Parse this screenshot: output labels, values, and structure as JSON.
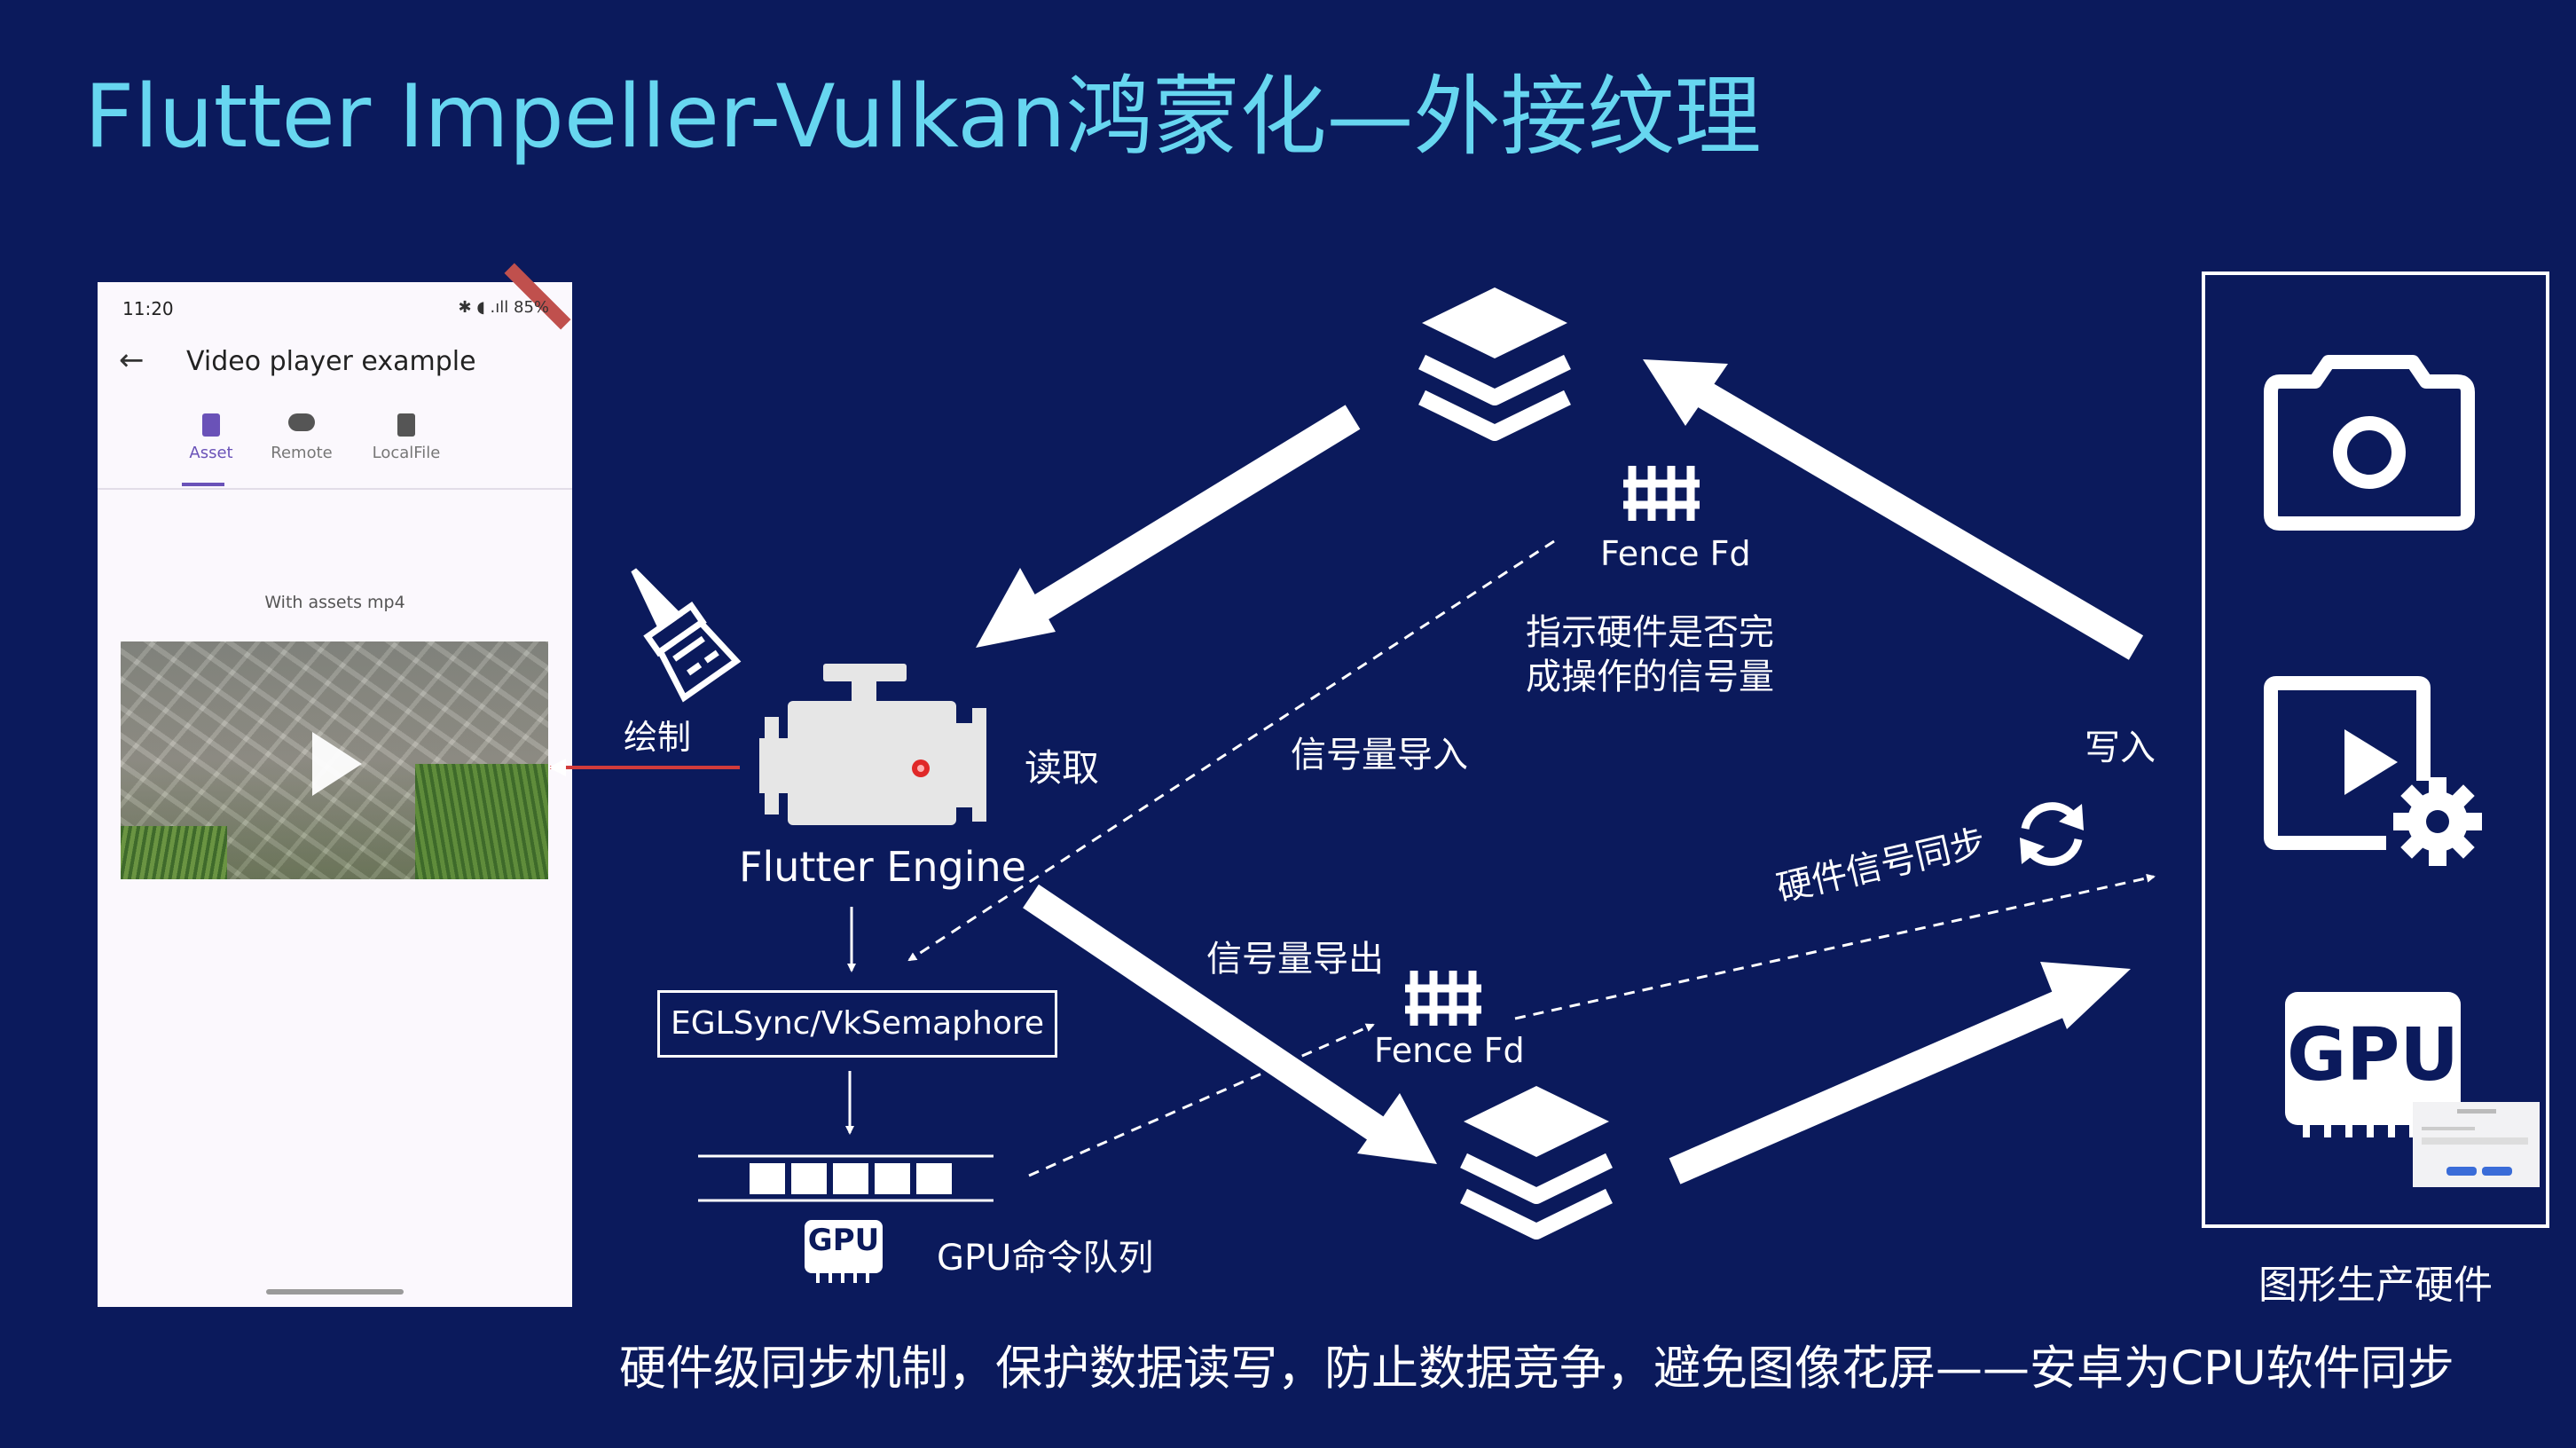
{
  "title": "Flutter Impeller-Vulkan鸿蒙化—外接纹理",
  "phone": {
    "time": "11:20",
    "status_icons": "✱ ◖ .ıll 85%",
    "back_glyph": "←",
    "app_title": "Video player example",
    "tabs": [
      {
        "label": "Asset",
        "active": true
      },
      {
        "label": "Remote",
        "active": false
      },
      {
        "label": "LocalFile",
        "active": false
      }
    ],
    "subtitle": "With assets mp4"
  },
  "labels": {
    "draw": "绘制",
    "read": "读取",
    "engine": "Flutter Engine",
    "sync_box": "EGLSync/VkSemaphore",
    "gpu_queue": "GPU命令队列",
    "gpu_small": "GPU",
    "fence_top": "Fence Fd",
    "fence_bottom": "Fence Fd",
    "fence_desc_line1": "指示硬件是否完",
    "fence_desc_line2": "成操作的信号量",
    "sem_import": "信号量导入",
    "sem_export": "信号量导出",
    "write": "写入",
    "hw_sync": "硬件信号同步",
    "gpu_big": "GPU",
    "hw_producer": "图形生产硬件"
  },
  "caption": "硬件级同步机制，保护数据读写，防止数据竞争，避免图像花屏——安卓为CPU软件同步",
  "icons": [
    "layers-icon",
    "engine-icon",
    "brush-icon",
    "fence-icon",
    "camera-icon",
    "video-settings-icon",
    "gpu-chip-icon",
    "sync-icon",
    "play-icon"
  ],
  "colors": {
    "background": "#0b1a5c",
    "title": "#67d6f0",
    "arrow": "#ffffff",
    "red_link": "#d23b3b"
  }
}
